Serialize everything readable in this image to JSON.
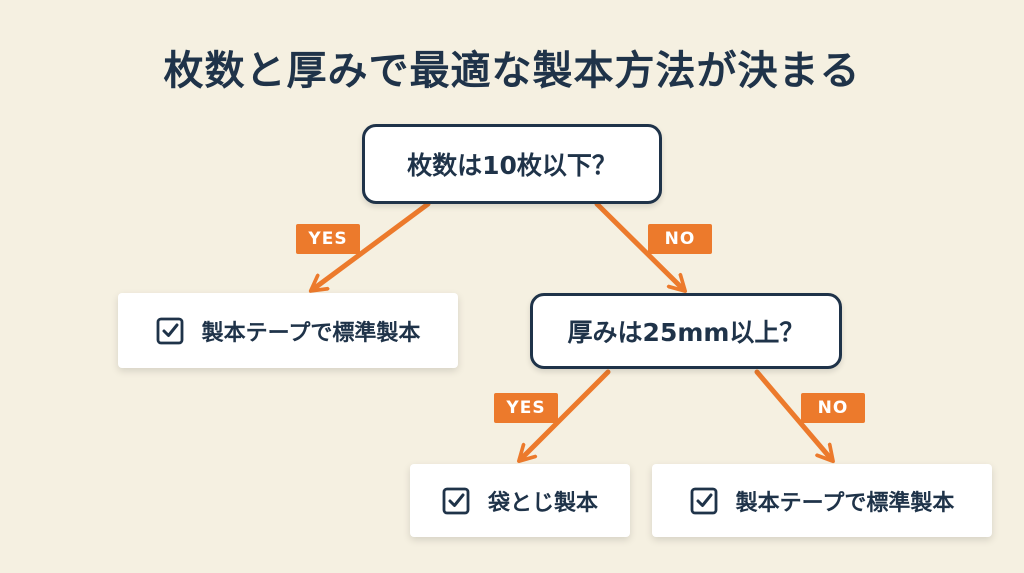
{
  "title": "枚数と厚みで最適な製本方法が決まる",
  "question1": "枚数は10枚以下？",
  "question2": "厚みは25mm以上？",
  "branch1_yes": "YES",
  "branch1_no": "NO",
  "branch2_yes": "YES",
  "branch2_no": "NO",
  "result_q1_yes": "製本テープで標準製本",
  "result_q2_yes": "袋とじ製本",
  "result_q2_no": "製本テープで標準製本",
  "colors": {
    "navy": "#1f3349",
    "orange": "#ec7a2c",
    "background": "#f5f0e1"
  }
}
